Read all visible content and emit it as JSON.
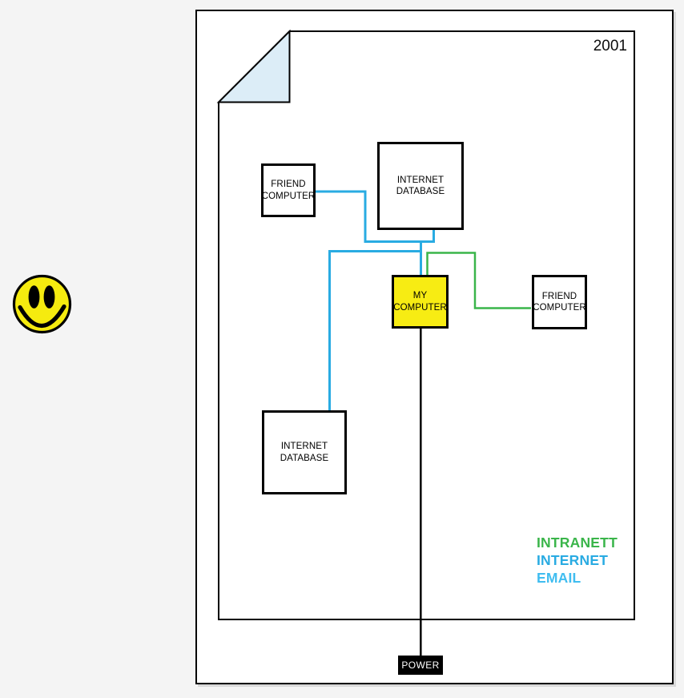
{
  "artboard": {
    "year_label": "2001"
  },
  "colors": {
    "internet_line": "#29abe2",
    "intranet_line": "#3ab54a",
    "power_line": "#000000",
    "paper_fold_fill": "#dcedf7",
    "my_computer_fill": "#f7ec13",
    "smiley_yellow": "#f5eb0f",
    "background": "#f4f4f4"
  },
  "diagram": {
    "nodes": [
      {
        "id": "friend-computer-left",
        "label": "FRIEND\nCOMPUTER",
        "fill": "#ffffff"
      },
      {
        "id": "internet-database-top",
        "label": "INTERNET\nDATABASE",
        "fill": "#ffffff"
      },
      {
        "id": "my-computer",
        "label": "MY\nCOMPUTER",
        "fill": "#f7ec13"
      },
      {
        "id": "friend-computer-right",
        "label": "FRIEND\nCOMPUTER",
        "fill": "#ffffff"
      },
      {
        "id": "internet-database-bottom",
        "label": "INTERNET\nDATABASE",
        "fill": "#ffffff"
      }
    ],
    "power_label": "POWER",
    "connections": [
      {
        "from": "friend-computer-left",
        "to": "internet-database-top",
        "color_key": "internet_line"
      },
      {
        "from": "my-computer",
        "to": "internet-database-top",
        "color_key": "internet_line"
      },
      {
        "from": "my-computer",
        "to": "internet-database-bottom",
        "color_key": "internet_line"
      },
      {
        "from": "my-computer",
        "to": "friend-computer-right",
        "color_key": "intranet_line"
      },
      {
        "from": "my-computer",
        "to": "power",
        "color_key": "power_line"
      }
    ]
  },
  "legend": {
    "items": [
      {
        "label": "INTRANETT",
        "color": "#3ab54a"
      },
      {
        "label": "INTERNET",
        "color": "#29abe2"
      },
      {
        "label": "EMAIL",
        "color": "#40bdf0"
      }
    ]
  }
}
